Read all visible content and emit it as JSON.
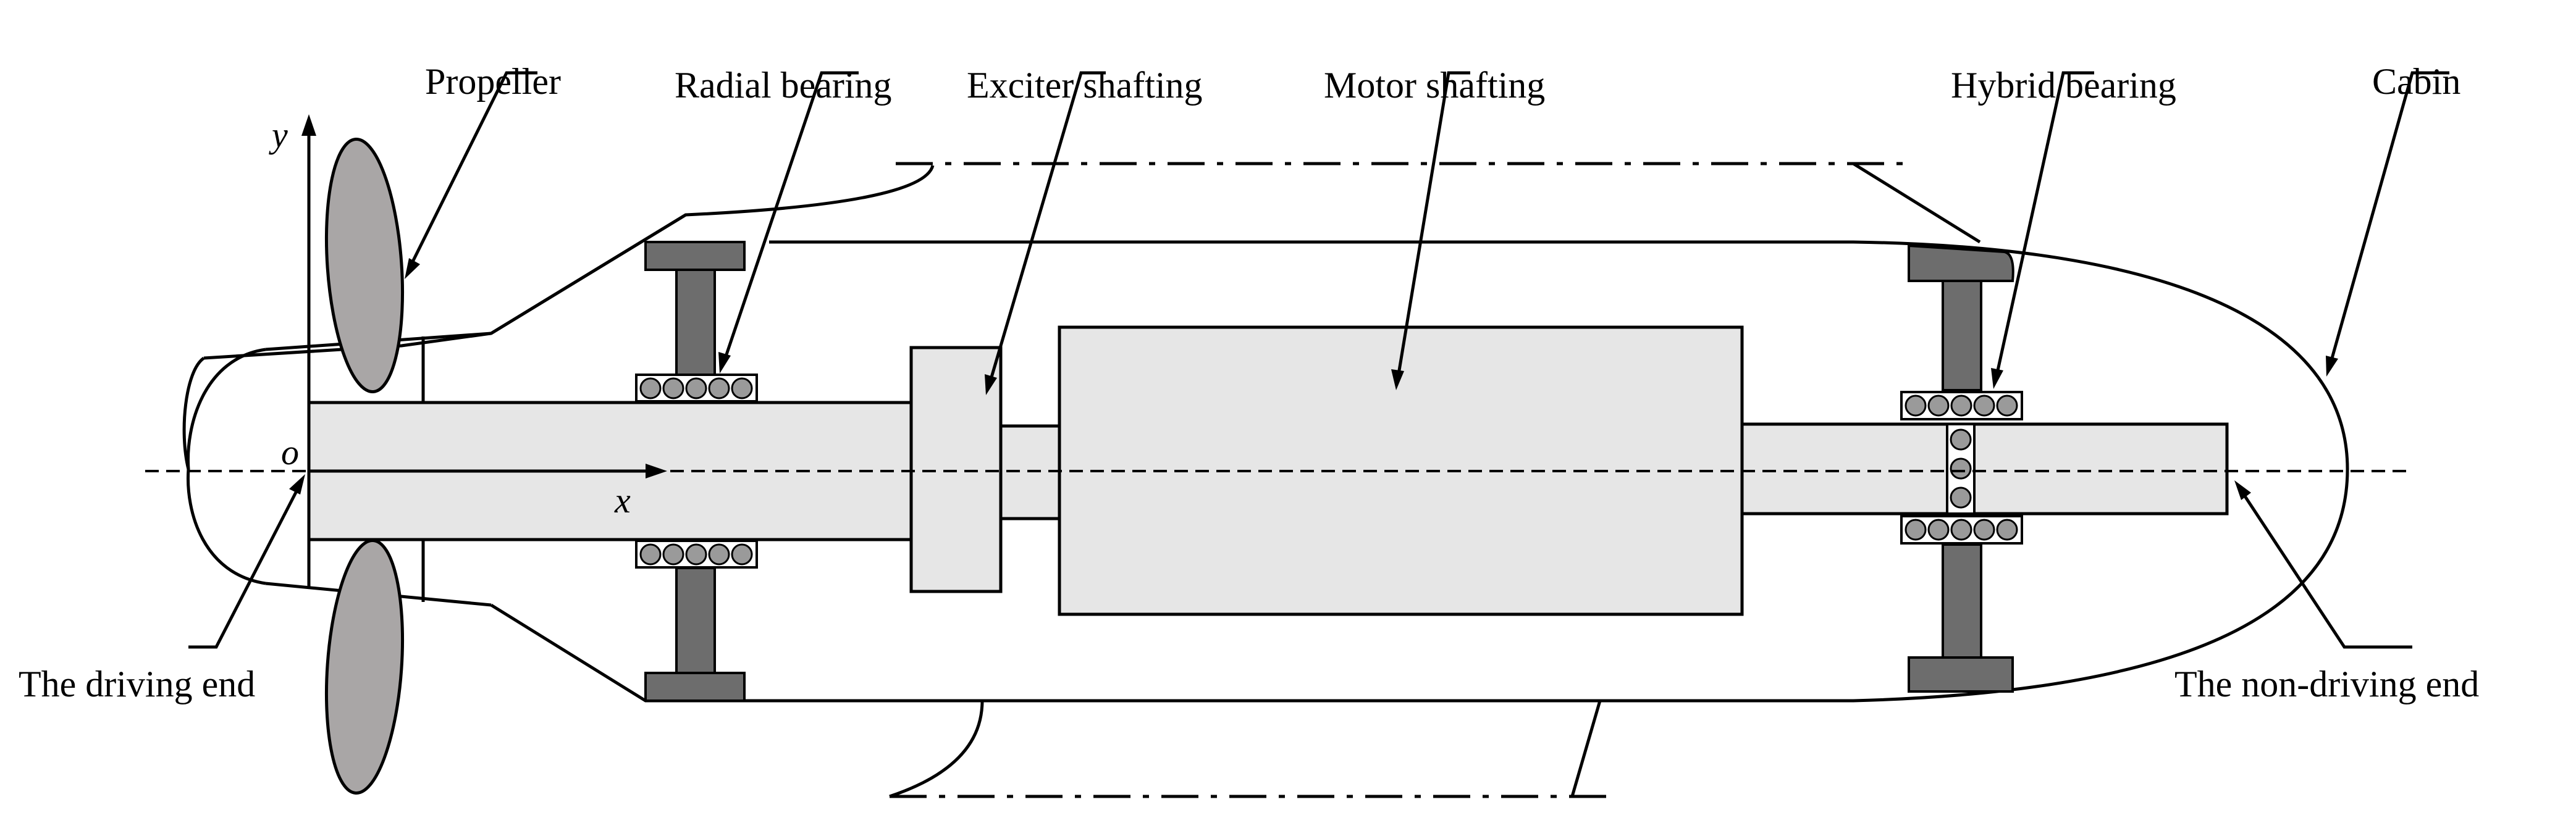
{
  "labels": {
    "propeller": "Propeller",
    "radial_bearing": "Radial bearing",
    "exciter_shafting": "Exciter shafting",
    "motor_shafting": "Motor shafting",
    "hybrid_bearing": "Hybrid bearing",
    "cabin": "Cabin",
    "driving_end": "The driving end",
    "non_driving_end": "The non-driving end"
  },
  "axes": {
    "y": "y",
    "x": "x",
    "origin": "o"
  },
  "colors": {
    "outline": "#000000",
    "shaft_fill": "#e6e6e6",
    "motor_fill": "#e6e6e6",
    "support_fill": "#6d6d6d",
    "propeller_fill": "#a9a6a6",
    "ball_fill": "#9a9a9a",
    "background": "#ffffff"
  }
}
